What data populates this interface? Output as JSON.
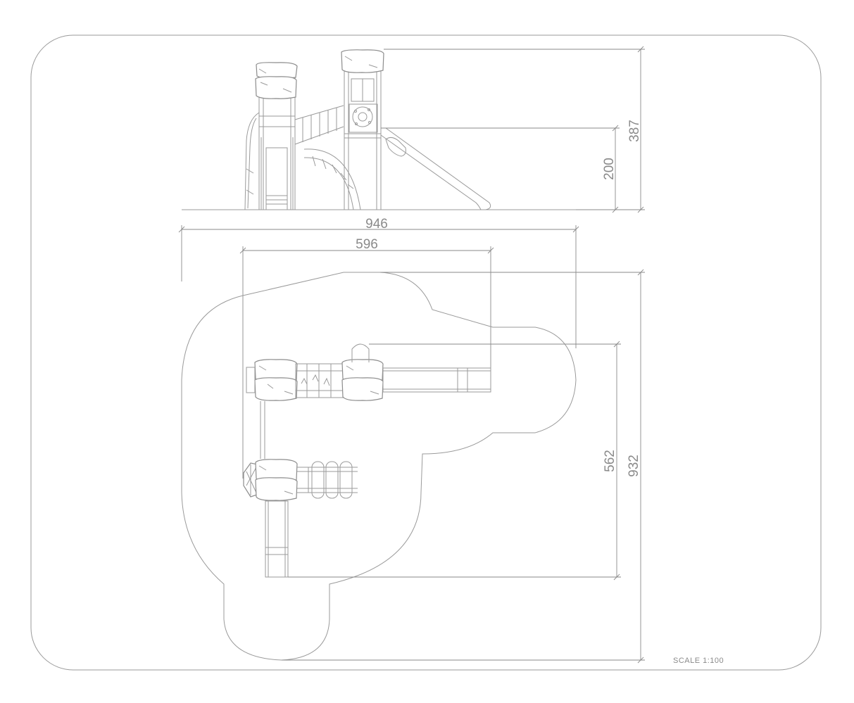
{
  "drawing": {
    "dimensions": {
      "total_height": "387",
      "platform_height": "200",
      "total_width": "946",
      "structure_width": "596",
      "structure_depth": "562",
      "total_depth": "932"
    },
    "scale_label": "SCALE 1:100",
    "colors": {
      "line": "#9a9a9a",
      "text": "#8a8a8a",
      "background": "#ffffff"
    }
  }
}
